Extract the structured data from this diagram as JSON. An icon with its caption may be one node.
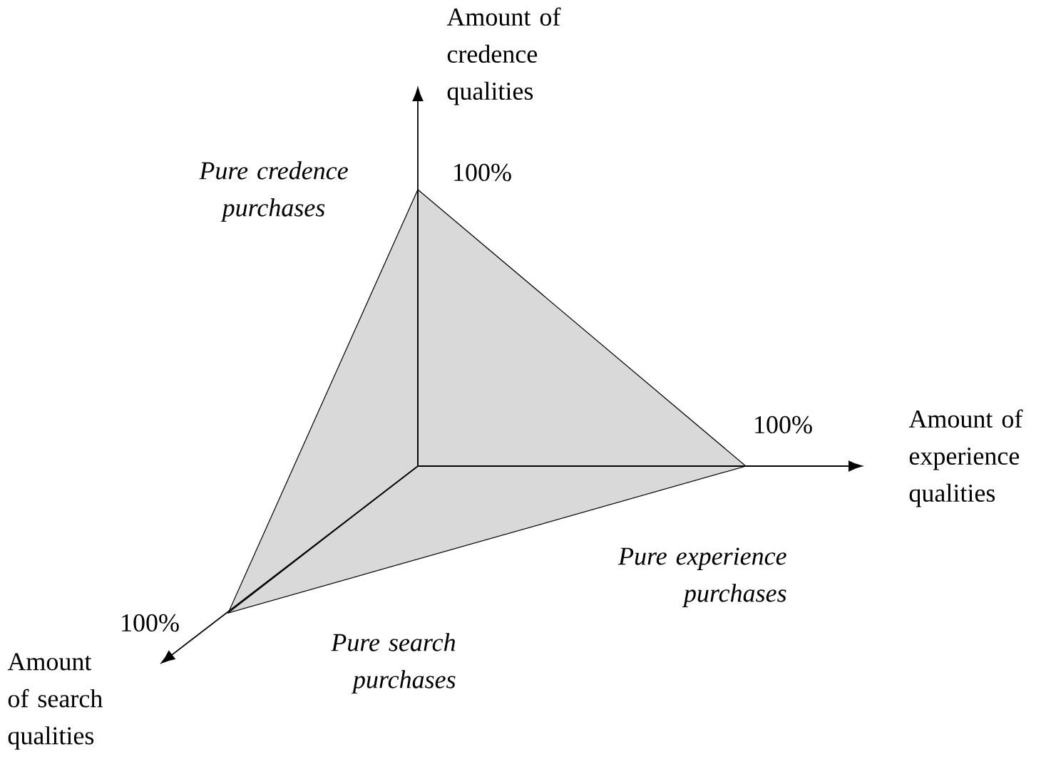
{
  "diagram": {
    "labels": [
      "Amount of credence qualities",
      "100%",
      "Pure credence purchases",
      "100%",
      "Amount of experience qualities",
      "Pure experience purchases",
      "100%",
      "Pure search purchases",
      "Amount of search qualities"
    ]
  }
}
